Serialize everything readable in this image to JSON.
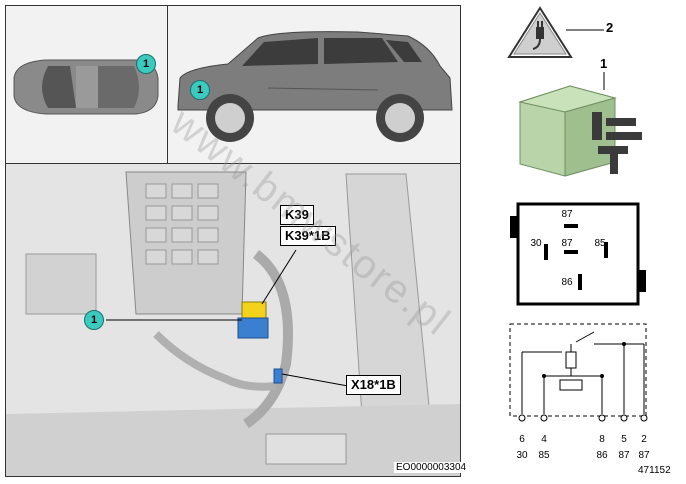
{
  "labels": {
    "relay_code": "K39",
    "relay_connector": "K39*1B",
    "connector": "X18*1B",
    "callout": "1",
    "part_item_1": "1",
    "part_item_2": "2",
    "diagram_id": "EO0000003304",
    "part_number": "471152",
    "watermark": "www.bmwstore.pl"
  },
  "relay_pinout": {
    "top": "87",
    "left": "30",
    "center": "87",
    "right": "85",
    "bottom": "86"
  },
  "circuit_pins": [
    {
      "top": "6",
      "bottom": "30"
    },
    {
      "top": "4",
      "bottom": "85"
    },
    {
      "top": "8",
      "bottom": "86"
    },
    {
      "top": "5",
      "bottom": "87"
    },
    {
      "top": "2",
      "bottom": "87"
    }
  ],
  "colors": {
    "callout": "#3cc9c0",
    "relay_body": "#b8d4a8",
    "relay_connector": "#f2d21b",
    "connector_blue": "#3b7fd0"
  }
}
